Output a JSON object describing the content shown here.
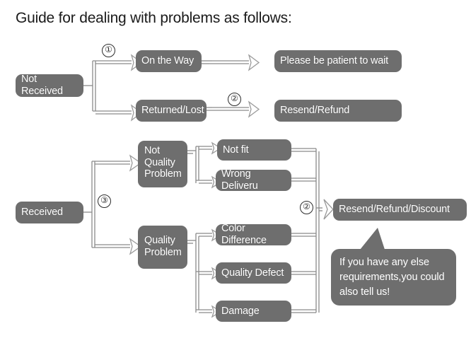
{
  "page": {
    "title": "Guide for dealing with problems as follows:",
    "background_color": "#ffffff",
    "node_color": "#6e6e6e",
    "node_text_color": "#ffffff",
    "connector_color": "#808080"
  },
  "branches": {
    "not_received": {
      "root_label": "Not Received",
      "step_marker_1": "①",
      "step_marker_2": "②",
      "states": [
        {
          "label": "On the Way"
        },
        {
          "label": "Returned/Lost"
        }
      ],
      "outcomes": [
        {
          "label": "Please be patient to wait"
        },
        {
          "label": "Resend/Refund"
        }
      ]
    },
    "received": {
      "root_label": "Received",
      "step_marker_3": "③",
      "step_marker_2": "②",
      "categories": [
        {
          "label_lines": [
            "Not",
            "Quality",
            "Problem"
          ],
          "reasons": [
            {
              "label": "Not fit"
            },
            {
              "label": "Wrong Deliveru"
            }
          ]
        },
        {
          "label_lines": [
            "Quality",
            "Problem"
          ],
          "reasons": [
            {
              "label": "Color Difference"
            },
            {
              "label": "Quality Defect"
            },
            {
              "label": "Damage"
            }
          ]
        }
      ],
      "outcome": {
        "label": "Resend/Refund/Discount"
      }
    }
  },
  "callout": {
    "lines": [
      "If you have any else",
      "requirements,you could",
      "also tell us!"
    ]
  }
}
